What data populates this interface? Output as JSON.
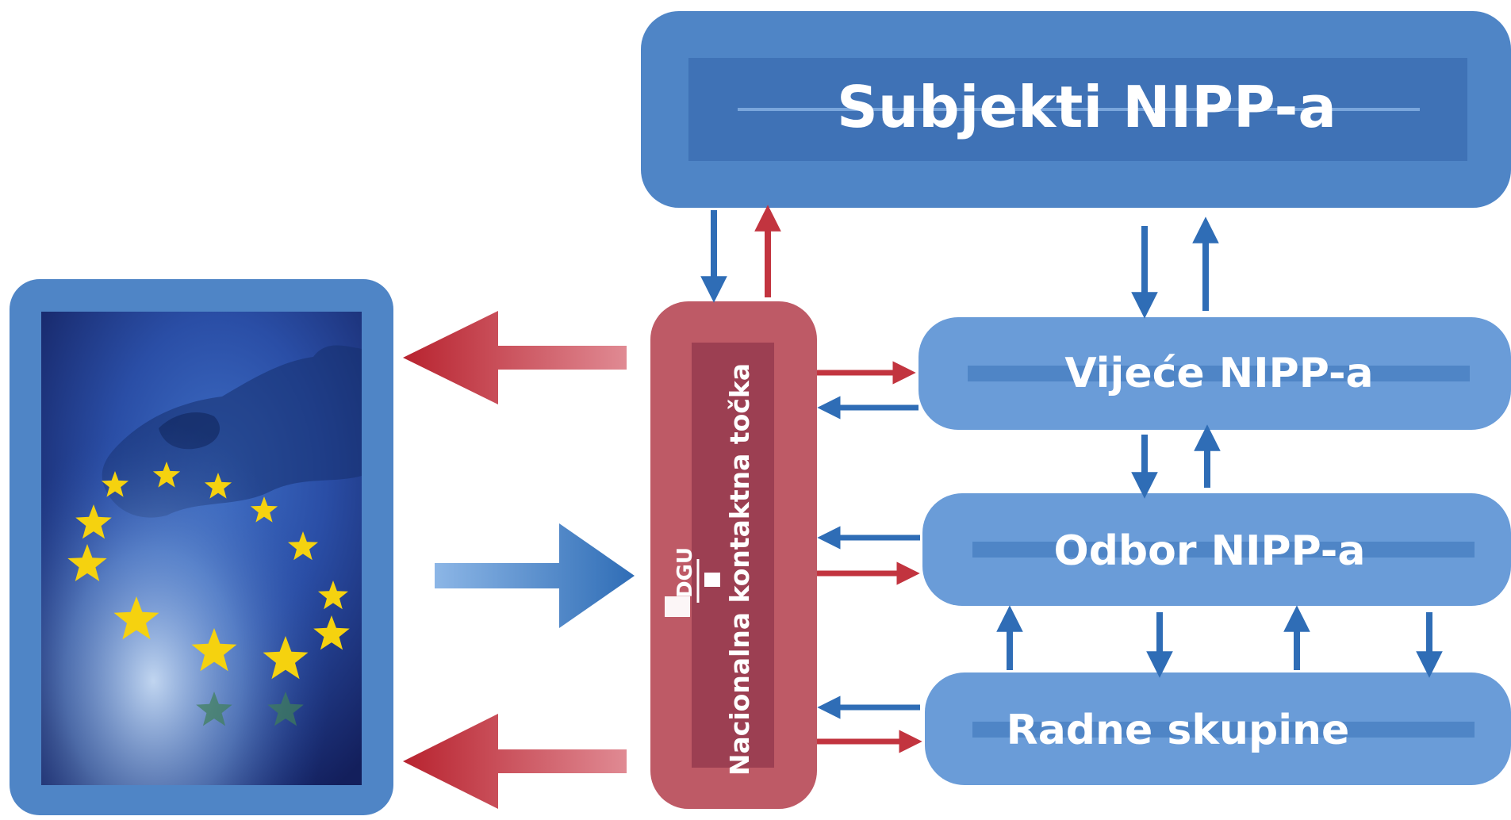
{
  "nodes": {
    "subjekti": {
      "label": "Subjekti NIPP-a"
    },
    "vijece": {
      "label": "Vijeće NIPP-a"
    },
    "odbor": {
      "label": "Odbor NIPP-a"
    },
    "radne": {
      "label": "Radne skupine"
    },
    "nkt": {
      "label": "Nacionalna kontaktna točka",
      "logo_text": "DGU"
    }
  },
  "colors": {
    "blue_outer": "#4f85c6",
    "blue_inner": "#3f72b6",
    "blue_mid": "#6a9cd8",
    "red_outer": "#be5a66",
    "red_inner": "#9c3f52",
    "arrow_blue": "#2f6db6",
    "arrow_red": "#c2343f",
    "eu_star": "#f5d20f"
  },
  "icons": {
    "eu_panel": "eu-europe-map-with-stars"
  }
}
